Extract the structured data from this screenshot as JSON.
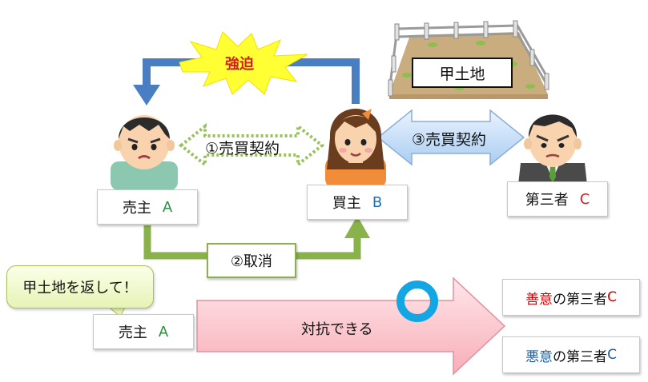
{
  "coercion": "強迫",
  "contract1": "①売買契約",
  "contract3": "③売買契約",
  "cancel": "②取消",
  "land": "甲土地",
  "seller": {
    "label": "売主",
    "letter": "A"
  },
  "buyer": {
    "label": "買主",
    "letter": "B"
  },
  "third": {
    "label": "第三者",
    "letter": "C"
  },
  "speech": "甲土地を返して！",
  "seller2": {
    "label": "売主",
    "letter": "A"
  },
  "oppose": "対抗できる",
  "good_faith": {
    "prefix": "善意",
    "rest": "の第三者",
    "letter": "C"
  },
  "bad_faith": {
    "prefix": "悪意",
    "rest": "の第三者",
    "letter": "C"
  },
  "colors": {
    "green_letter": "#2a8f3c",
    "blue_letter": "#1f6fbf",
    "red_letter": "#d42020",
    "good_faith": "#cc0000",
    "bad_faith": "#1f5fa0",
    "circle": "#14a5e3"
  }
}
